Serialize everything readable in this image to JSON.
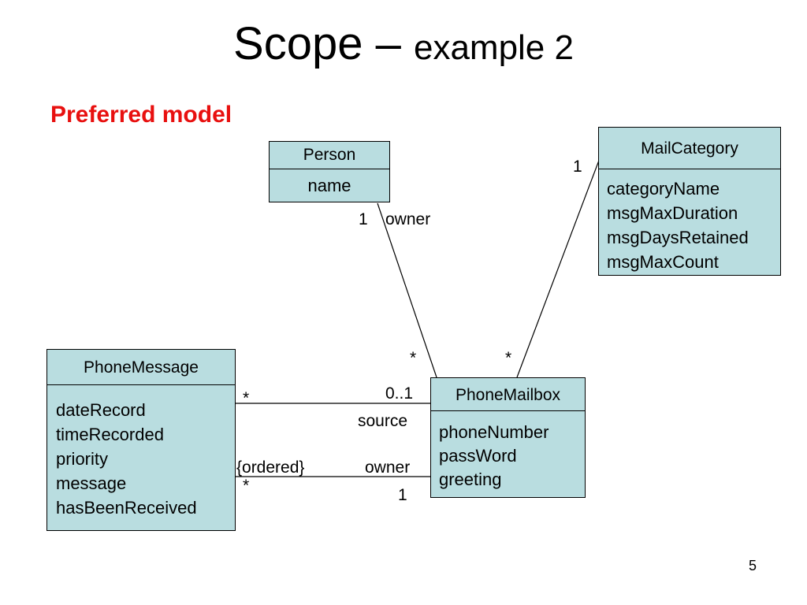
{
  "slide": {
    "title_main": "Scope –",
    "title_sub": "example 2",
    "subtitle": "Preferred model",
    "page_number": "5"
  },
  "classes": {
    "person": {
      "name": "Person",
      "attributes": [
        "name"
      ]
    },
    "mail_category": {
      "name": "MailCategory",
      "attributes": [
        "categoryName",
        "msgMaxDuration",
        "msgDaysRetained",
        "msgMaxCount"
      ]
    },
    "phone_message": {
      "name": "PhoneMessage",
      "attributes": [
        "dateRecord",
        "timeRecorded",
        "priority",
        "message",
        "hasBeenReceived"
      ]
    },
    "phone_mailbox": {
      "name": "PhoneMailbox",
      "attributes": [
        "phoneNumber",
        "passWord",
        "greeting"
      ]
    }
  },
  "associations": {
    "person_mailbox": {
      "person_multiplicity": "1",
      "person_role": "owner",
      "mailbox_multiplicity": "*"
    },
    "category_mailbox": {
      "category_multiplicity": "1",
      "mailbox_multiplicity": "*"
    },
    "message_source": {
      "message_multiplicity": "*",
      "mailbox_multiplicity": "0..1",
      "mailbox_role": "source"
    },
    "message_owner": {
      "message_constraint": "{ordered}",
      "message_multiplicity": "*",
      "mailbox_role": "owner",
      "mailbox_multiplicity": "1"
    }
  },
  "colors": {
    "class_fill": "#b9dde0",
    "subtitle": "#e8100f"
  }
}
